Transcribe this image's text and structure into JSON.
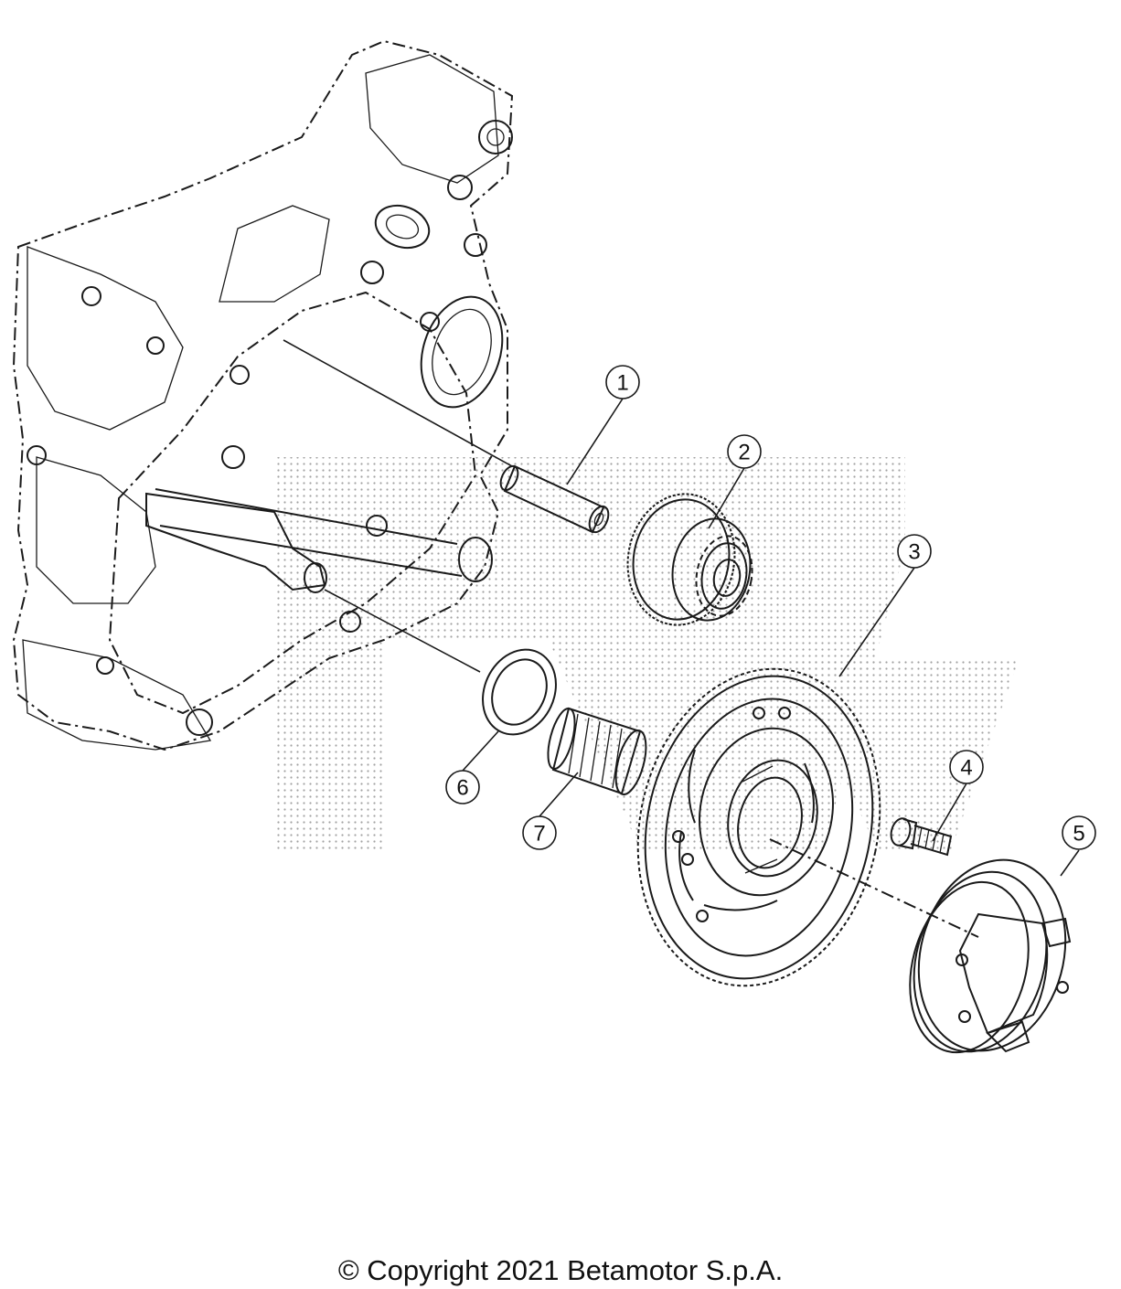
{
  "diagram": {
    "callouts": [
      {
        "id": "1",
        "label": "1"
      },
      {
        "id": "2",
        "label": "2"
      },
      {
        "id": "3",
        "label": "3"
      },
      {
        "id": "4",
        "label": "4"
      },
      {
        "id": "5",
        "label": "5"
      },
      {
        "id": "6",
        "label": "6"
      },
      {
        "id": "7",
        "label": "7"
      }
    ],
    "parts": [
      {
        "callout": "1",
        "icon": "shaft-pin-icon"
      },
      {
        "callout": "2",
        "icon": "idler-gear-icon"
      },
      {
        "callout": "3",
        "icon": "starter-gear-icon"
      },
      {
        "callout": "4",
        "icon": "screw-icon"
      },
      {
        "callout": "5",
        "icon": "freewheel-housing-icon"
      },
      {
        "callout": "6",
        "icon": "washer-icon"
      },
      {
        "callout": "7",
        "icon": "needle-bearing-icon"
      }
    ]
  },
  "footer": {
    "copyright": "© Copyright 2021 Betamotor S.p.A."
  }
}
